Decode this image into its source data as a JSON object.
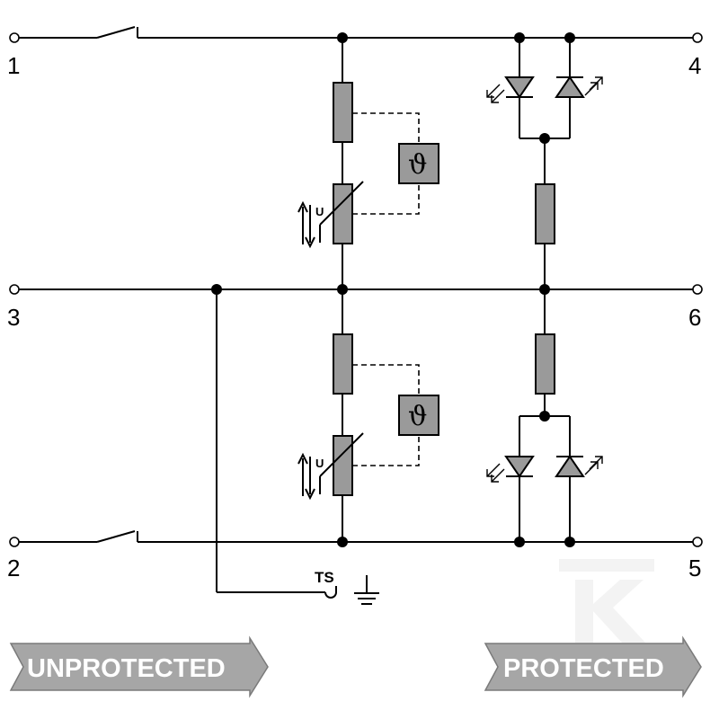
{
  "terminals": {
    "t1": "1",
    "t2": "2",
    "t3": "3",
    "t4": "4",
    "t5": "5",
    "t6": "6"
  },
  "thermal_symbol": "ϑ",
  "varistor_voltage_label": "U",
  "test_socket_label": "TS",
  "arrows": {
    "left": "UNPROTECTED",
    "right": "PROTECTED"
  },
  "colors": {
    "component_fill": "#9a9a9a",
    "arrow_fill": "#a6a6a6",
    "watermark": "#f2f2f2"
  }
}
